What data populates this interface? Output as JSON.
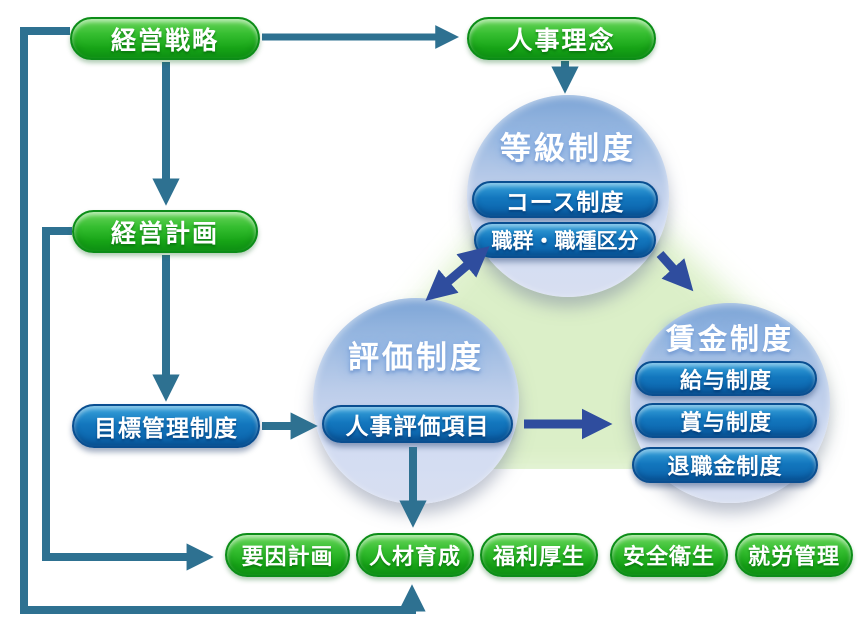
{
  "palette": {
    "line_teal": "#2E7191",
    "arrow_navy": "#2F4D9E",
    "pill_green": "#1FAE1F",
    "pill_blue": "#0F6CB4",
    "circle_blue": "#BFD0EC",
    "glow_green": "#DCF0C8"
  },
  "nodes": {
    "management_strategy": {
      "label": "経営戦略"
    },
    "hr_philosophy": {
      "label": "人事理念"
    },
    "management_plan": {
      "label": "経営計画"
    },
    "mbo_system": {
      "label": "目標管理制度"
    },
    "grade_system": {
      "title": "等級制度",
      "items": [
        {
          "label": "コース制度"
        },
        {
          "label": "職群・職種区分"
        }
      ]
    },
    "evaluation_system": {
      "title": "評価制度",
      "items": [
        {
          "label": "人事評価項目"
        }
      ]
    },
    "wage_system": {
      "title": "賃金制度",
      "items": [
        {
          "label": "給与制度"
        },
        {
          "label": "賞与制度"
        },
        {
          "label": "退職金制度"
        }
      ]
    },
    "bottom_row": [
      {
        "label": "要因計画"
      },
      {
        "label": "人材育成"
      },
      {
        "label": "福利厚生"
      },
      {
        "label": "安全衛生"
      },
      {
        "label": "就労管理"
      }
    ]
  }
}
